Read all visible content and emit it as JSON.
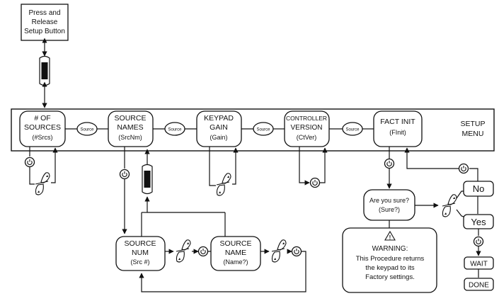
{
  "start_box": {
    "line1": "Press and",
    "line2": "Release",
    "line3": "Setup Button"
  },
  "menu_items": [
    {
      "line1": "# OF",
      "line2": "SOURCES",
      "line3": "(#Srcs)"
    },
    {
      "line1": "SOURCE",
      "line2": "NAMES",
      "line3": "(SrcNm)"
    },
    {
      "line1": "KEYPAD",
      "line2": "GAIN",
      "line3": "(Gain)"
    },
    {
      "line1": "CONTROLLER",
      "line2": "VERSION",
      "line3": "(CtVer)"
    },
    {
      "line1": "FACT INIT",
      "line2": "(FInit)"
    }
  ],
  "source_button_label": "Source",
  "menu_title": {
    "line1": "SETUP",
    "line2": "MENU"
  },
  "source_num": {
    "line1": "SOURCE",
    "line2": "NUM",
    "line3": "(Src #)"
  },
  "source_name": {
    "line1": "SOURCE",
    "line2": "NAME",
    "line3": "(Name?)"
  },
  "confirm": {
    "line1": "Are you sure?",
    "line2": "(Sure?)"
  },
  "warning": {
    "title": "WARNING:",
    "line1": "This Procedure returns",
    "line2": "the keypad to its",
    "line3": "Factory settings."
  },
  "choices": {
    "no": "No",
    "yes": "Yes",
    "wait": "WAIT",
    "done": "DONE"
  },
  "icons": {
    "power": "power-button-icon",
    "knob": "rotary-knob-icon",
    "display": "display-bar-icon",
    "warning": "warning-triangle-icon"
  }
}
